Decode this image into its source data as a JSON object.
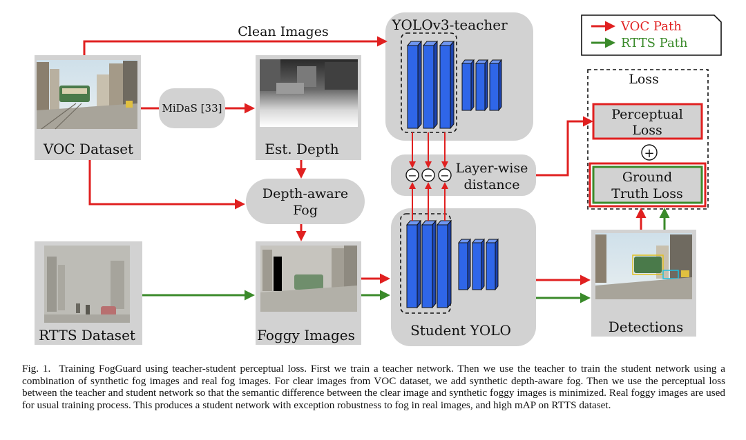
{
  "figure": {
    "labels": {
      "clean_images": "Clean Images",
      "voc_dataset": "VOC Dataset",
      "midas": "MiDaS [33]",
      "est_depth": "Est. Depth",
      "depth_fog_line1": "Depth-aware",
      "depth_fog_line2": "Fog",
      "rtts_dataset": "RTTS Dataset",
      "foggy_images": "Foggy Images",
      "teacher_title": "YOLOv3-teacher",
      "student_title": "Student YOLO",
      "layerwise_line1": "Layer-wise",
      "layerwise_line2": "distance",
      "minus_symbol": "−",
      "plus_symbol": "+",
      "loss_title": "Loss",
      "perceptual_line1": "Perceptual",
      "perceptual_line2": "Loss",
      "gt_line1": "Ground",
      "gt_line2": "Truth Loss",
      "detections": "Detections"
    },
    "legend": [
      {
        "label": "VOC Path",
        "color": "#e02020"
      },
      {
        "label": "RTTS Path",
        "color": "#3a8a2a"
      }
    ],
    "colors": {
      "voc_path": "#e02020",
      "rtts_path": "#3a8a2a",
      "block_fill": "#d2d2d2",
      "network_layer": "#2f66e8"
    }
  },
  "caption": {
    "fig_num": "Fig. 1.",
    "text": "Training FogGuard using teacher-student perceptual loss. First we train a teacher network. Then we use the teacher to train the student network using a combination of synthetic fog images and real fog images. For clear images from VOC dataset, we add synthetic depth-aware fog. Then we use the perceptual loss between the teacher and student network so that the semantic difference between the clear image and synthetic foggy images is minimized. Real foggy images are used for usual training process. This produces a student network with exception robustness to fog in real images, and high mAP on RTTS dataset."
  }
}
